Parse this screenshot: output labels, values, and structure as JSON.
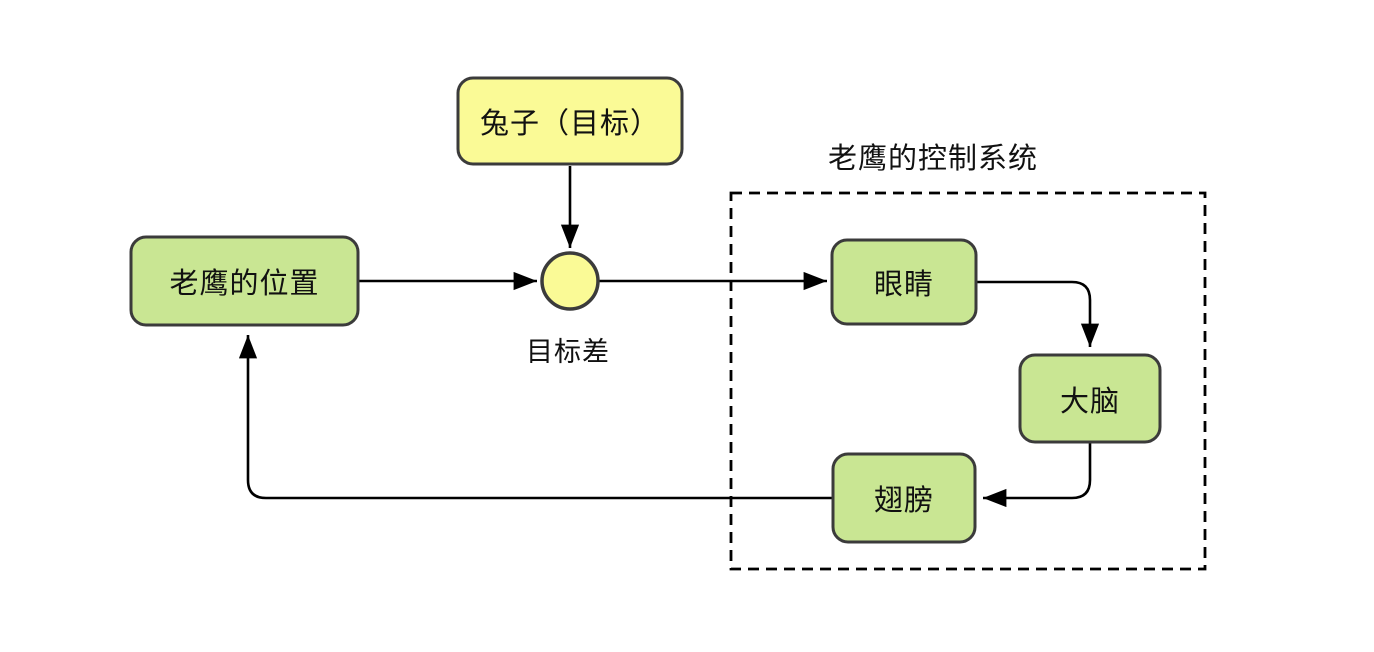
{
  "diagram": {
    "system_title": "老鹰的控制系统",
    "nodes": {
      "rabbit": {
        "label": "兔子（目标）"
      },
      "eagle_position": {
        "label": "老鹰的位置"
      },
      "target_diff": {
        "label": "目标差"
      },
      "eyes": {
        "label": "眼睛"
      },
      "brain": {
        "label": "大脑"
      },
      "wings": {
        "label": "翅膀"
      }
    },
    "colors": {
      "yellow_fill": "#FAFA96",
      "green_fill": "#C9E693",
      "node_border": "#3B3B3B",
      "line": "#000000"
    }
  }
}
